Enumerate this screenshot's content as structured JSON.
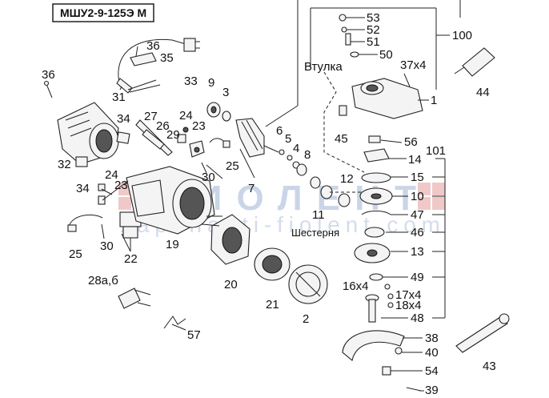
{
  "title": "МШУ2-9-125Э М",
  "labels": {
    "p1": "1",
    "p2": "2",
    "p3": "3",
    "p4": "4",
    "p5": "5",
    "p6": "6",
    "p7": "7",
    "p8": "8",
    "p9": "9",
    "p10": "10",
    "p11": "11",
    "p12": "12",
    "p13": "13",
    "p14": "14",
    "p15": "15",
    "p16x4": "16x4",
    "p17x4": "17x4",
    "p18x4": "18x4",
    "p19": "19",
    "p20": "20",
    "p21": "21",
    "p22": "22",
    "p23a": "23",
    "p23b": "23",
    "p24a": "24",
    "p24b": "24",
    "p25a": "25",
    "p25b": "25",
    "p26": "26",
    "p27": "27",
    "p28": "28а,б",
    "p29": "29",
    "p30a": "30",
    "p30b": "30",
    "p31": "31",
    "p32": "32",
    "p33": "33",
    "p34a": "34",
    "p34b": "34",
    "p35": "35",
    "p36a": "36",
    "p36b": "36",
    "p37x4": "37x4",
    "p38": "38",
    "p39": "39",
    "p40": "40",
    "p43": "43",
    "p44": "44",
    "p45": "45",
    "p46": "46",
    "p47": "47",
    "p48": "48",
    "p49": "49",
    "p50": "50",
    "p51": "51",
    "p52": "52",
    "p53": "53",
    "p54": "54",
    "p56": "56",
    "p57": "57",
    "p100": "100",
    "p101": "101",
    "vtulka": "Втулка",
    "shesternya": "Шестерня"
  },
  "watermark": {
    "brand": "ФИОЛЕНТ",
    "site": "zapchasti-fiolent.com"
  }
}
